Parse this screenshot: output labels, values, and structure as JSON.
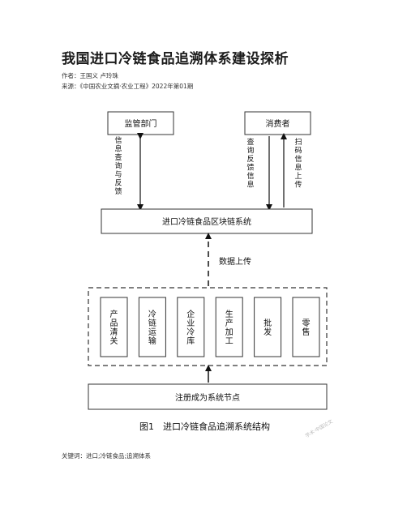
{
  "article": {
    "title": "我国进口冷链食品追溯体系建设探析",
    "authors": "作者：王国义 卢玲珠",
    "source": "来源：《中国农业文摘·农业工程》2022年第01期",
    "keywords": "关键词：进口;冷链食品;追溯体系"
  },
  "figure": {
    "caption": "图1　进口冷链食品追溯系统结构",
    "watermark": "学术·中国论文",
    "nodes": {
      "regulator": "监管部门",
      "consumer": "消费者",
      "blockchain": "进口冷链食品区块链系统",
      "register": "注册成为系统节点"
    },
    "edges": {
      "regulator_label": "信息查询与反馈",
      "consumer_query_label": "查询反馈信息",
      "consumer_scan_label": "扫码信息上传",
      "upload_label": "数据上传"
    },
    "stages": [
      "产品清关",
      "冷链运输",
      "企业冷库",
      "生产加工",
      "批发",
      "零售"
    ]
  }
}
